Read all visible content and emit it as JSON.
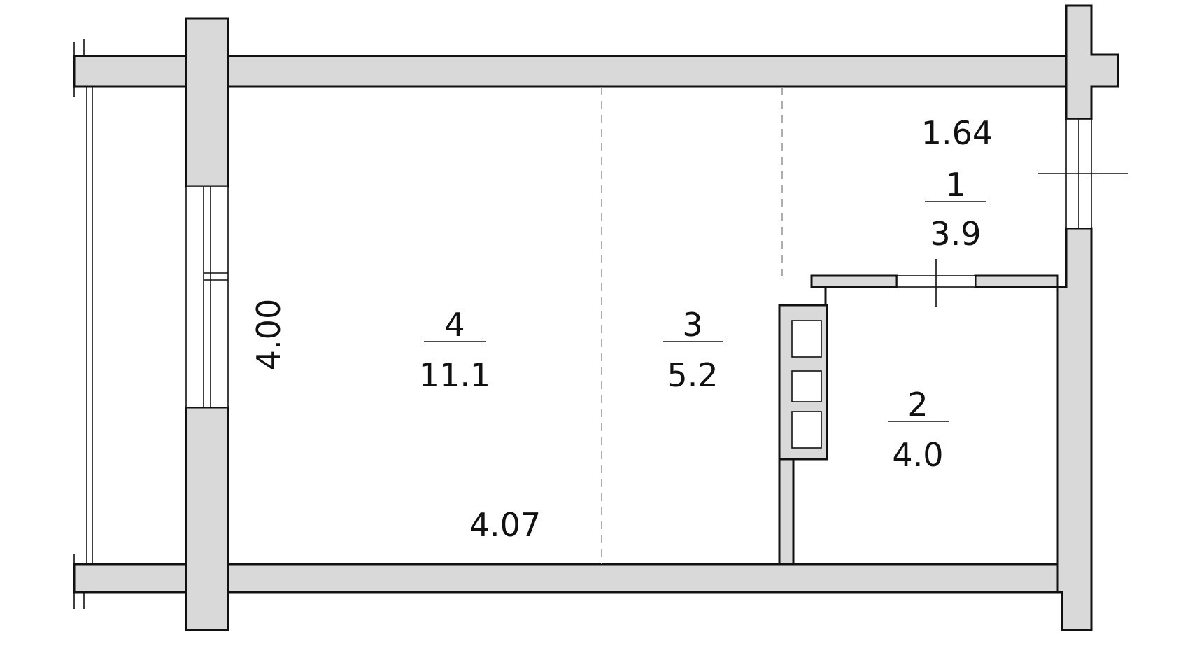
{
  "rooms": [
    {
      "number": "4",
      "area": "11.1"
    },
    {
      "number": "3",
      "area": "5.2"
    },
    {
      "number": "2",
      "area": "4.0"
    },
    {
      "number": "1",
      "area": "3.9"
    }
  ],
  "dimensions": {
    "height_left": "4.00",
    "width_bottom": "4.07",
    "width_top_right": "1.64"
  }
}
